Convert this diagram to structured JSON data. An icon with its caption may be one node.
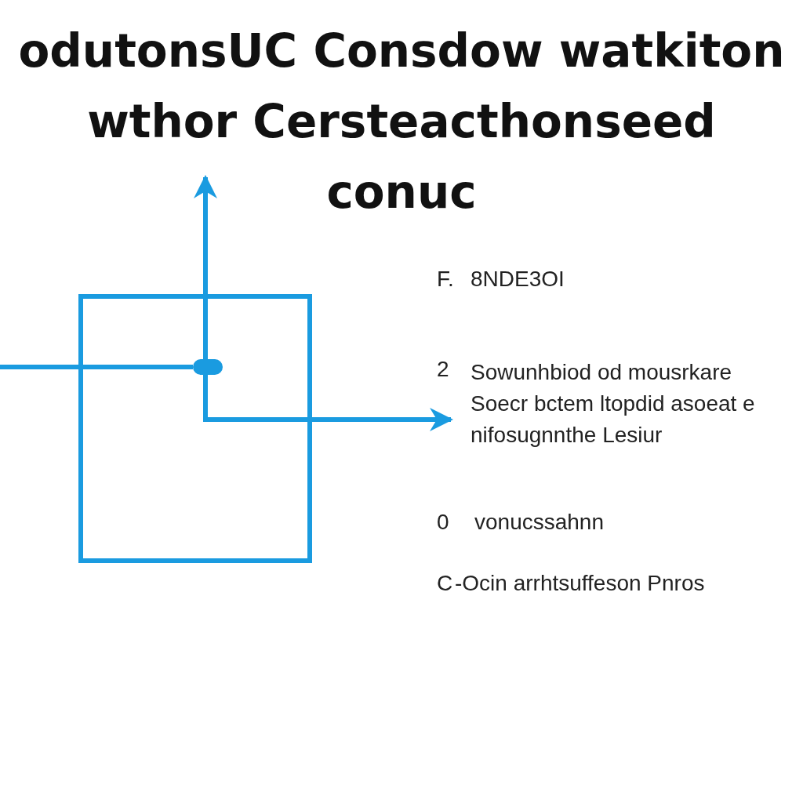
{
  "diagram": {
    "title": "odutonsUC Consdow watkiton wthor Cersteacthonseed conuc",
    "nodes": [
      {
        "text": [],
        "shape": "box"
      },
      {
        "text": [],
        "shape": "circle",
        "in": 0
      }
    ],
    "edges": [
      {
        "from": null,
        "to": 1,
        "arrow": "none"
      },
      {
        "from": 1,
        "to": null,
        "arrow": "to"
      },
      {
        "from": 1,
        "to": null,
        "arrow": "to"
      }
    ],
    "labels": [
      "F.",
      "8NDE3OI",
      "2",
      "Sowunhbiod od mousrkare Soecr bctem ltopdid asoeat e nifosugnnthe Lesiur",
      "0",
      "vonucssahnn",
      "C",
      "-Ocin arrhtsuffeson Pnros"
    ]
  }
}
